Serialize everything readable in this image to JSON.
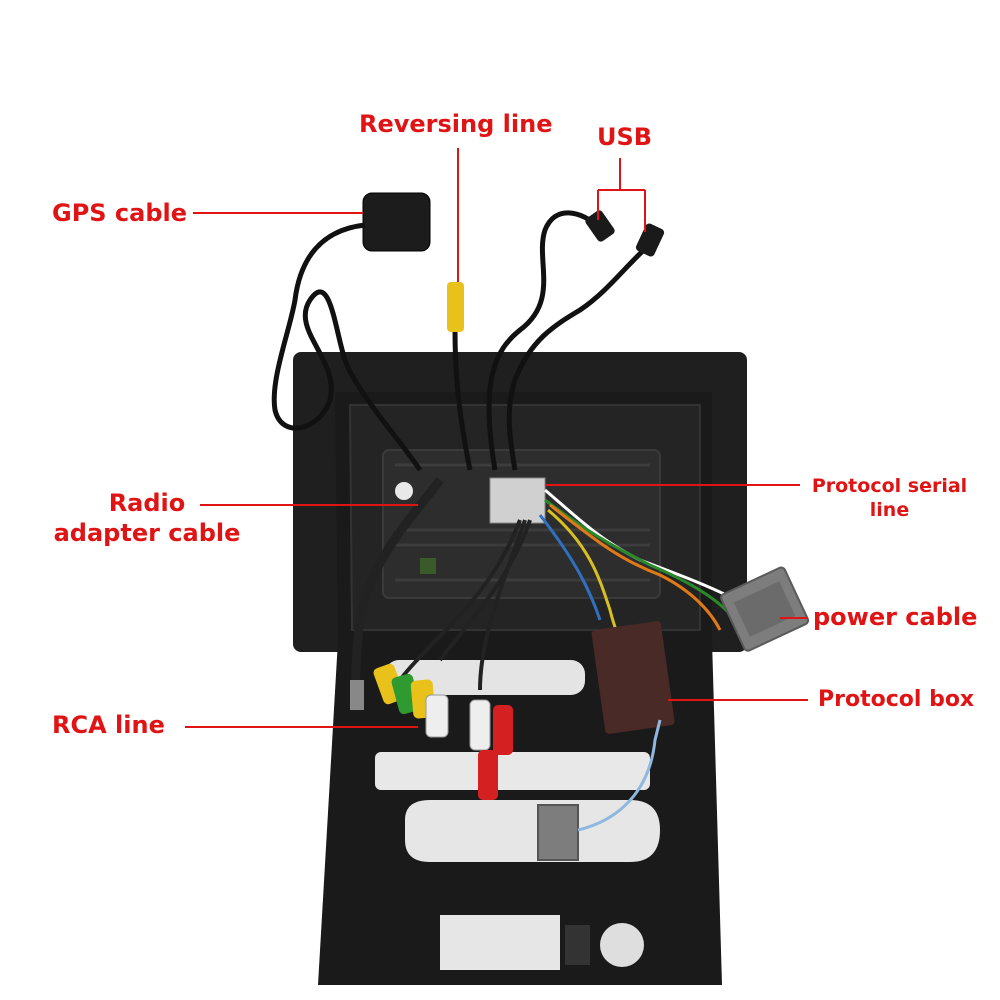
{
  "labels": {
    "reversing_line": "Reversing line",
    "usb": "USB",
    "gps_cable": "GPS cable",
    "radio_adapter_cable": [
      "Radio",
      "adapter cable"
    ],
    "protocol_serial_line": [
      "Protocol serial",
      "line"
    ],
    "power_cable": "power cable",
    "protocol_box": "Protocol box",
    "rca_line": "RCA line"
  },
  "colors": {
    "label": "#e01414",
    "leader": "#e01414",
    "frame": "#1b1b1b",
    "panel": "#2a2a2a",
    "cable": "#111111",
    "rca_yellow": "#e8c21a",
    "rca_green": "#2f9a2f",
    "rca_red": "#d42020",
    "rca_white": "#eeeeee",
    "connector_grey": "#7d7d7d",
    "protocol_box": "#4a2a26"
  }
}
